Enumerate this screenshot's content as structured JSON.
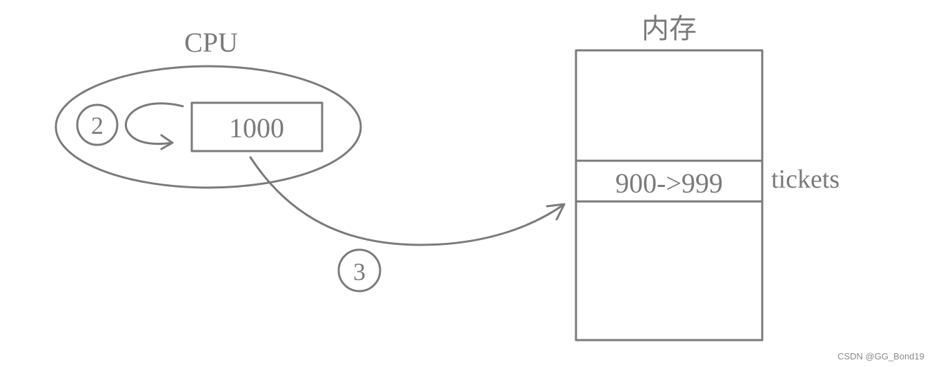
{
  "cpu": {
    "title": "CPU",
    "register_value": "1000",
    "step_label": "2"
  },
  "memory": {
    "title": "内存",
    "cell_value": "900->999",
    "cell_name": "tickets"
  },
  "write_back": {
    "step_label": "3"
  },
  "watermark": "CSDN @GG_Bond19",
  "colors": {
    "stroke": "#7a7a7a",
    "background": "#ffffff"
  }
}
